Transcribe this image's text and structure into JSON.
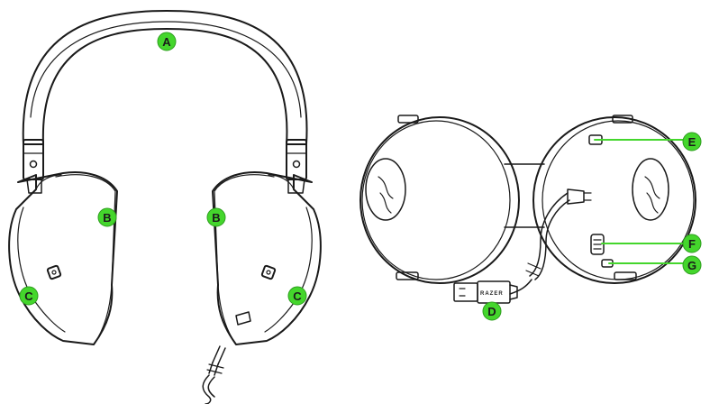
{
  "callouts": {
    "a": "A",
    "b": "B",
    "c": "C",
    "d": "D",
    "e": "E",
    "f": "F",
    "g": "G"
  },
  "usb_brand": "RAZER",
  "colors": {
    "callout_fill": "#44d62c",
    "callout_stroke": "#2e9e1f",
    "line": "#1a1a1a"
  }
}
